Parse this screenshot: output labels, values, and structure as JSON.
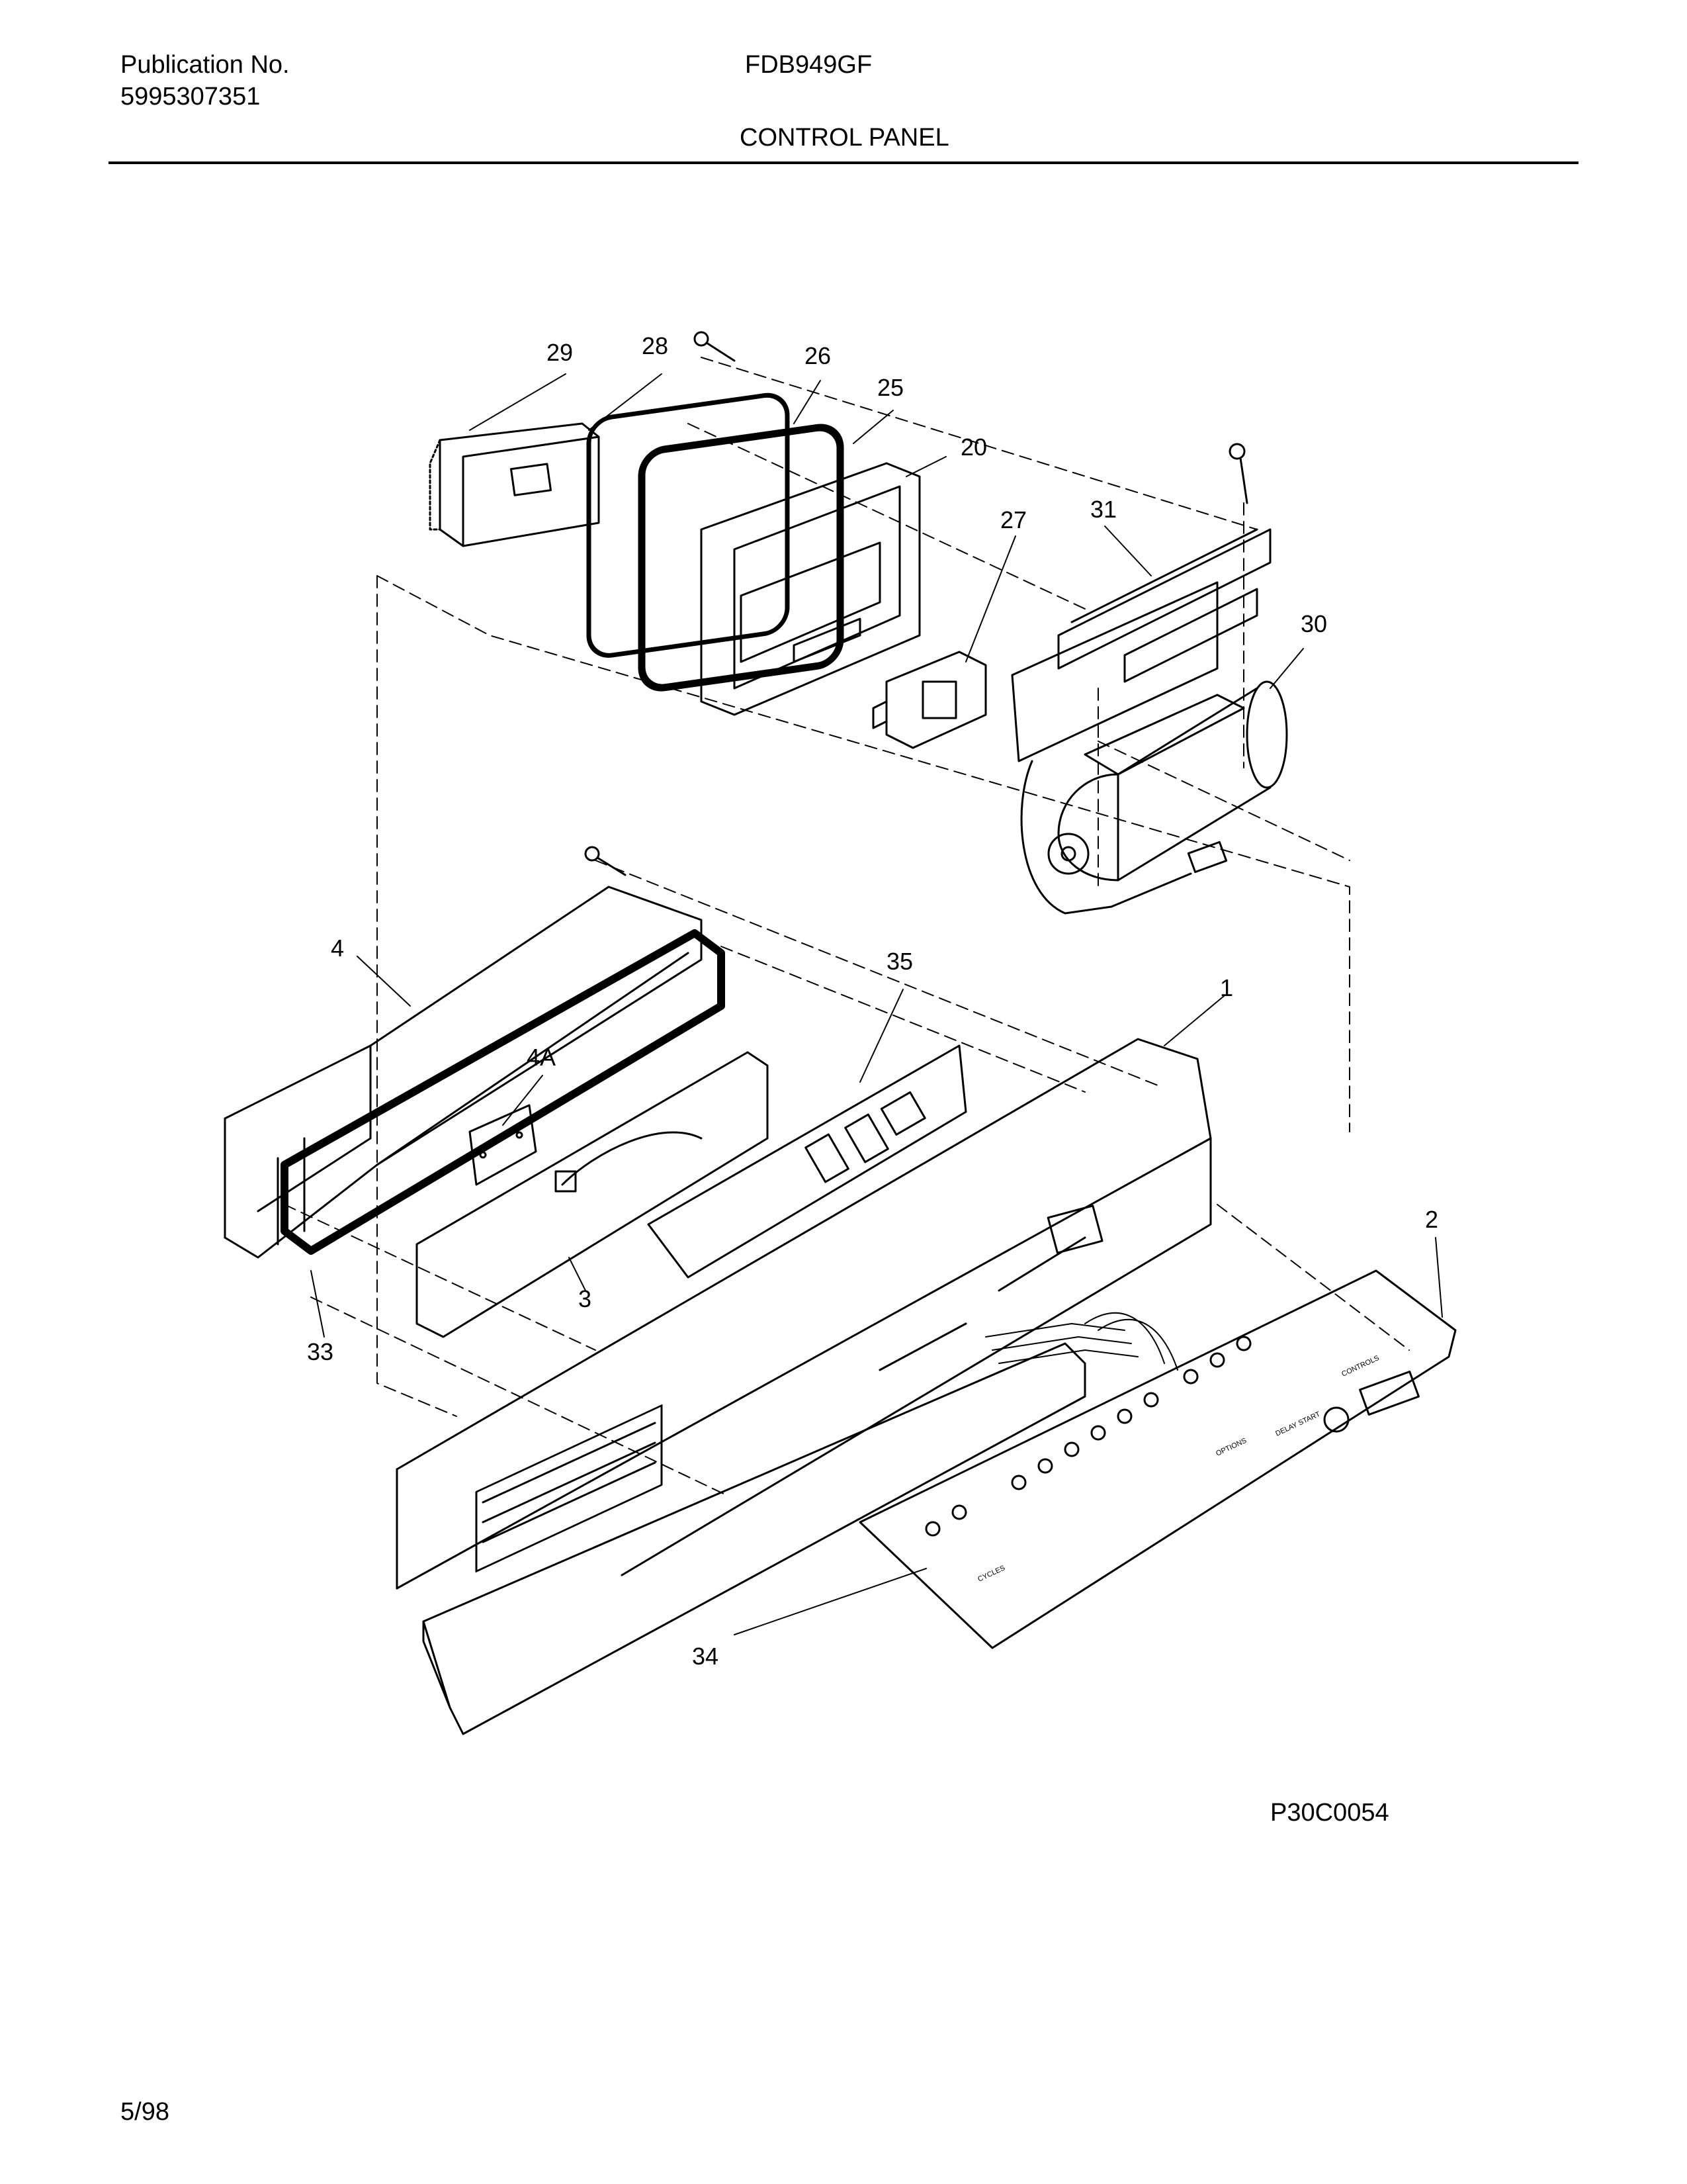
{
  "header": {
    "publication_label": "Publication No.",
    "publication_number": "5995307351",
    "model": "FDB949GF",
    "section_title": "CONTROL PANEL"
  },
  "diagram": {
    "callouts": [
      {
        "id": "c29",
        "label": "29"
      },
      {
        "id": "c28",
        "label": "28"
      },
      {
        "id": "c26",
        "label": "26"
      },
      {
        "id": "c25",
        "label": "25"
      },
      {
        "id": "c20",
        "label": "20"
      },
      {
        "id": "c27",
        "label": "27"
      },
      {
        "id": "c31",
        "label": "31"
      },
      {
        "id": "c30",
        "label": "30"
      },
      {
        "id": "c4",
        "label": "4"
      },
      {
        "id": "c35",
        "label": "35"
      },
      {
        "id": "c1",
        "label": "1"
      },
      {
        "id": "c4a",
        "label": "4A"
      },
      {
        "id": "c2",
        "label": "2"
      },
      {
        "id": "c3",
        "label": "3"
      },
      {
        "id": "c33",
        "label": "33"
      },
      {
        "id": "c34",
        "label": "34"
      }
    ],
    "overlay_labels": {
      "cycles": "CYCLES",
      "options": "OPTIONS",
      "controls": "CONTROLS",
      "delay_start": "DELAY START"
    }
  },
  "footer": {
    "figure_code": "P30C0054",
    "date": "5/98"
  }
}
